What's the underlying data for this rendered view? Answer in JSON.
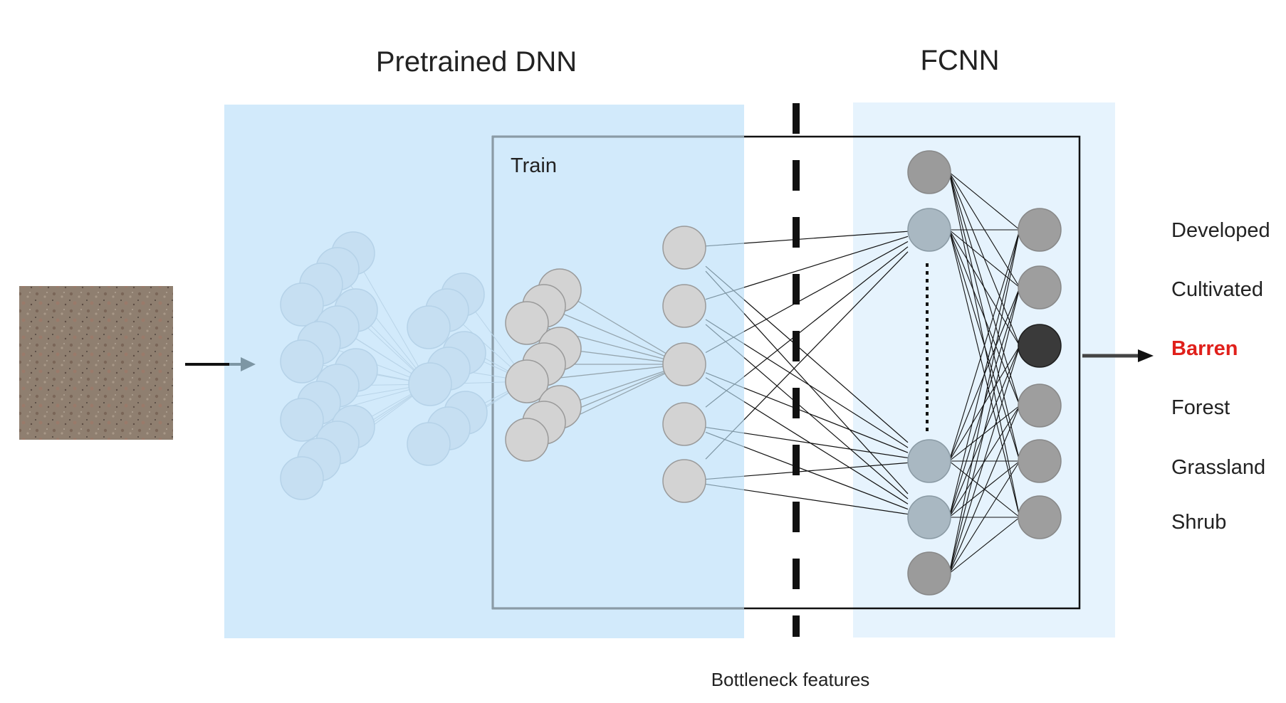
{
  "titles": {
    "pretrained": "Pretrained DNN",
    "fcnn": "FCNN",
    "train": "Train",
    "bottleneck": "Bottleneck features"
  },
  "classes": [
    {
      "label": "Developed",
      "highlight": false
    },
    {
      "label": "Cultivated",
      "highlight": false
    },
    {
      "label": "Barren",
      "highlight": true
    },
    {
      "label": "Forest",
      "highlight": false
    },
    {
      "label": "Grassland",
      "highlight": false
    },
    {
      "label": "Shrub",
      "highlight": false
    }
  ],
  "colors": {
    "pretrained_bg": "#d2eafb",
    "fcnn_bg": "#e6f3fd",
    "faded_node": "#c6dff2",
    "train_node": "#d3d3d3",
    "hidden_node": "#a9b8c2",
    "bias_node": "#9b9b9b",
    "output_node": "#9e9e9e",
    "selected_output": "#3a3a3a",
    "highlight_text": "#e0201b",
    "text": "#222222"
  }
}
